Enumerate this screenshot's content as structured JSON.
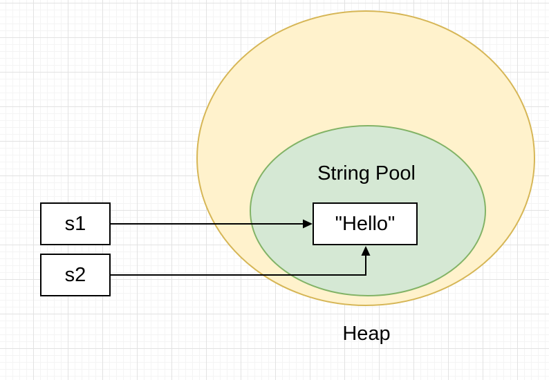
{
  "diagram": {
    "heap_label": "Heap",
    "pool_label": "String Pool",
    "nodes": {
      "s1": {
        "label": "s1"
      },
      "s2": {
        "label": "s2"
      },
      "hello": {
        "label": "\"Hello\""
      }
    },
    "edges": [
      {
        "from": "s1",
        "to": "hello",
        "style": "solid-arrow"
      },
      {
        "from": "s2",
        "to": "hello",
        "style": "solid-arrow-elbow"
      }
    ]
  },
  "colors": {
    "heap_fill": "#fff2cc",
    "heap_stroke": "#d6b656",
    "pool_fill": "#d5e8d4",
    "pool_stroke": "#82b366",
    "node_fill": "#ffffff",
    "node_stroke": "#000000",
    "connector": "#000000",
    "text": "#000000"
  }
}
